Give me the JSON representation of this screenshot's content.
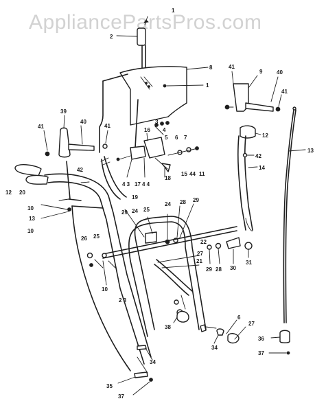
{
  "watermark": "AppliancePartsPros.com",
  "callouts": [
    {
      "id": "c1a",
      "text": "1"
    },
    {
      "id": "c2",
      "text": "2"
    },
    {
      "id": "c8",
      "text": "8"
    },
    {
      "id": "c1b",
      "text": "1"
    },
    {
      "id": "c41a",
      "text": "41"
    },
    {
      "id": "c9",
      "text": "9"
    },
    {
      "id": "c40a",
      "text": "40"
    },
    {
      "id": "c41b",
      "text": "41"
    },
    {
      "id": "c39",
      "text": "39"
    },
    {
      "id": "c40b",
      "text": "40"
    },
    {
      "id": "c41c",
      "text": "41"
    },
    {
      "id": "c41d",
      "text": "41"
    },
    {
      "id": "c16",
      "text": "16"
    },
    {
      "id": "c3",
      "text": "3"
    },
    {
      "id": "c4",
      "text": "4"
    },
    {
      "id": "c5",
      "text": "5"
    },
    {
      "id": "c6a",
      "text": "6"
    },
    {
      "id": "c7",
      "text": "7"
    },
    {
      "id": "c12a",
      "text": "12"
    },
    {
      "id": "c42a",
      "text": "42"
    },
    {
      "id": "c14",
      "text": "14"
    },
    {
      "id": "c13a",
      "text": "13"
    },
    {
      "id": "c43",
      "text": "4 3"
    },
    {
      "id": "c17",
      "text": "17"
    },
    {
      "id": "c44a",
      "text": "4 4"
    },
    {
      "id": "c18",
      "text": "18"
    },
    {
      "id": "c15",
      "text": "15"
    },
    {
      "id": "c44b",
      "text": "44"
    },
    {
      "id": "c11",
      "text": "11"
    },
    {
      "id": "c42b",
      "text": "42"
    },
    {
      "id": "c12b",
      "text": "12"
    },
    {
      "id": "c20",
      "text": "20"
    },
    {
      "id": "c10a",
      "text": "10"
    },
    {
      "id": "c13b",
      "text": "13"
    },
    {
      "id": "c19",
      "text": "19"
    },
    {
      "id": "c10b",
      "text": "10"
    },
    {
      "id": "c24a",
      "text": "24"
    },
    {
      "id": "c28a",
      "text": "28"
    },
    {
      "id": "c29a",
      "text": "29"
    },
    {
      "id": "c29b",
      "text": "29"
    },
    {
      "id": "c24b",
      "text": "24"
    },
    {
      "id": "c25a",
      "text": "25"
    },
    {
      "id": "c26",
      "text": "26"
    },
    {
      "id": "c25b",
      "text": "25"
    },
    {
      "id": "c27a",
      "text": "27"
    },
    {
      "id": "c21",
      "text": "21"
    },
    {
      "id": "c22",
      "text": "22"
    },
    {
      "id": "c29c",
      "text": "29"
    },
    {
      "id": "c28b",
      "text": "28"
    },
    {
      "id": "c30",
      "text": "30"
    },
    {
      "id": "c31",
      "text": "31"
    },
    {
      "id": "c10c",
      "text": "10"
    },
    {
      "id": "c23",
      "text": "2 3"
    },
    {
      "id": "c6b",
      "text": "6"
    },
    {
      "id": "c27b",
      "text": "27"
    },
    {
      "id": "c38",
      "text": "38"
    },
    {
      "id": "c34a",
      "text": "34"
    },
    {
      "id": "c34b",
      "text": "34"
    },
    {
      "id": "c36",
      "text": "36"
    },
    {
      "id": "c37a",
      "text": "37"
    },
    {
      "id": "c35",
      "text": "35"
    },
    {
      "id": "c37b",
      "text": "37"
    }
  ]
}
